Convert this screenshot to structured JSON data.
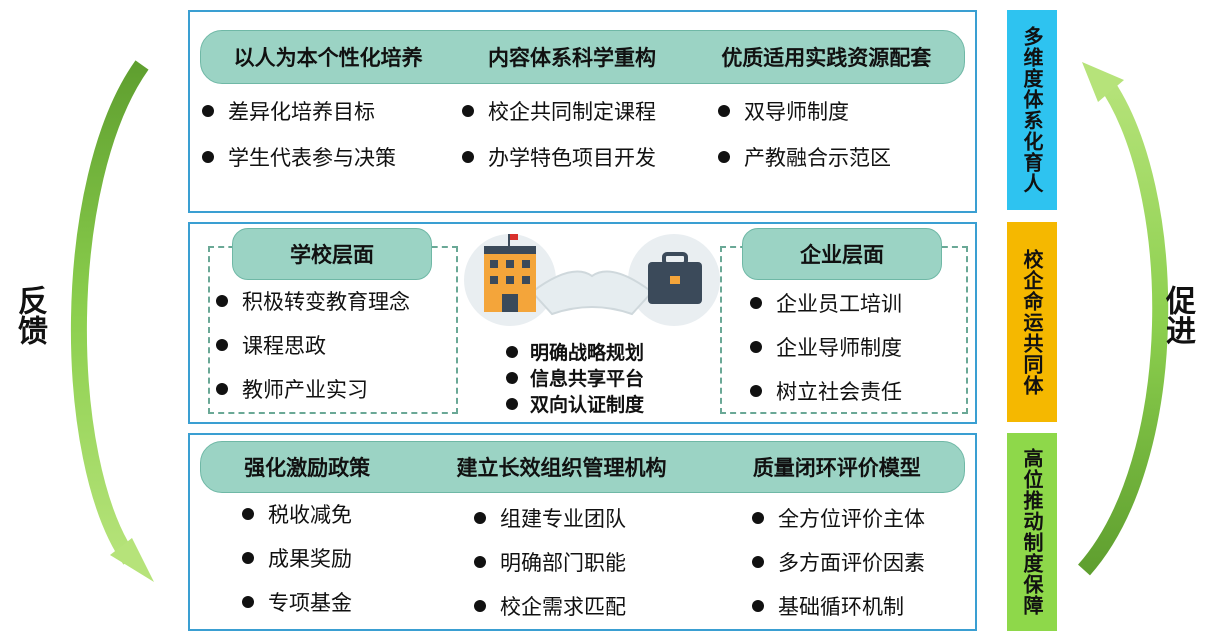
{
  "left_label": "反馈",
  "right_label": "促进",
  "top": {
    "headers": [
      "以人为本个性化培养",
      "内容体系科学重构",
      "优质适用实践资源配套"
    ],
    "col1": [
      "差异化培养目标",
      "学生代表参与决策"
    ],
    "col2": [
      "校企共同制定课程",
      "办学特色项目开发"
    ],
    "col3": [
      "双导师制度",
      "产教融合示范区"
    ]
  },
  "middle": {
    "school_title": "学校层面",
    "school_items": [
      "积极转变教育理念",
      "课程思政",
      "教师产业实习"
    ],
    "enterprise_title": "企业层面",
    "enterprise_items": [
      "企业员工培训",
      "企业导师制度",
      "树立社会责任"
    ],
    "center_items": [
      "明确战略规划",
      "信息共享平台",
      "双向认证制度"
    ]
  },
  "bottom": {
    "headers": [
      "强化激励政策",
      "建立长效组织管理机构",
      "质量闭环评价模型"
    ],
    "col1": [
      "税收减免",
      "成果奖励",
      "专项基金"
    ],
    "col2": [
      "组建专业团队",
      "明确部门职能",
      "校企需求匹配"
    ],
    "col3": [
      "全方位评价主体",
      "多方面评价因素",
      "基础循环机制"
    ]
  },
  "side_labels": {
    "top": "多维度体系化育人",
    "middle": "校企命运共同体",
    "bottom": "高位推动制度保障"
  },
  "colors": {
    "panel_border": "#3a9fd2",
    "pill": "#9bd3c4",
    "side_top": "#2ec3f0",
    "side_middle": "#f5b800",
    "side_bottom": "#8ed84a",
    "arrow": "#7ec84a"
  }
}
